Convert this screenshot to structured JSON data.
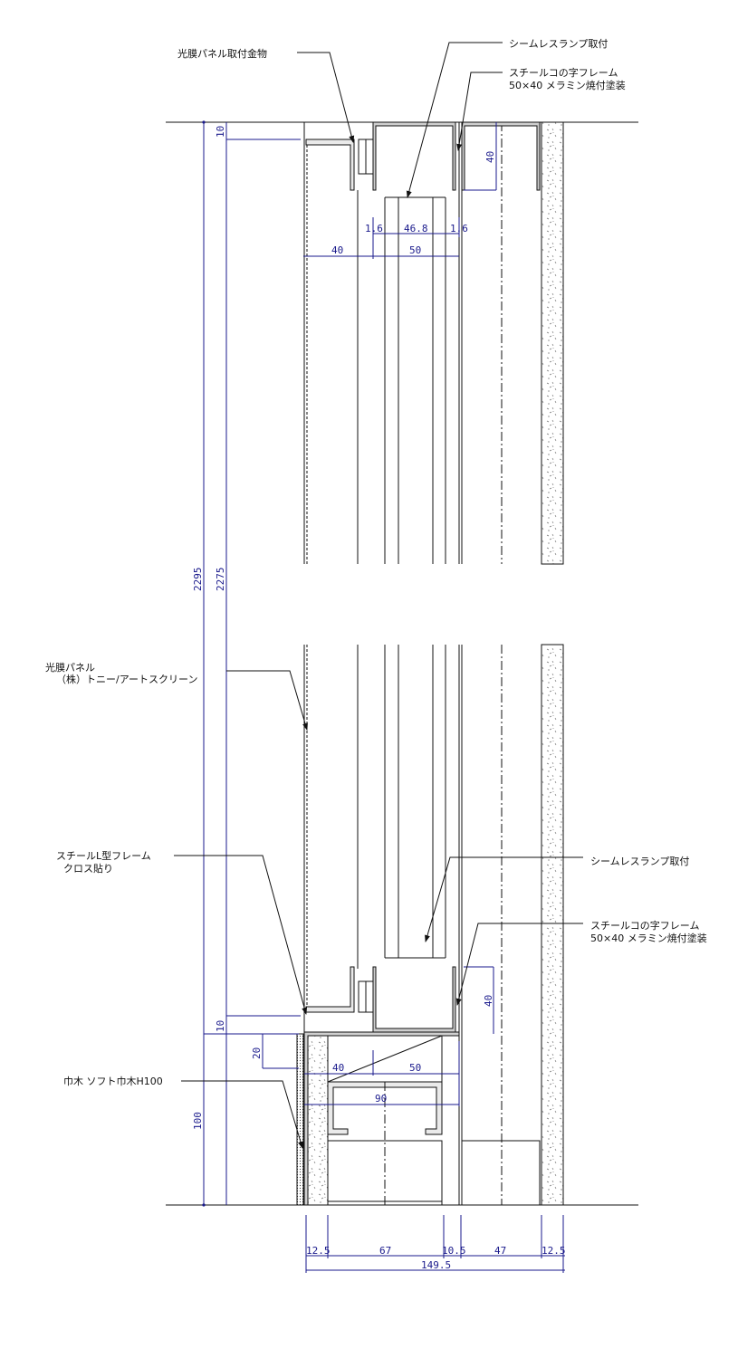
{
  "drawing": {
    "title": "光膜パネル 断面詳細図",
    "labels": {
      "panel_bracket": "光膜パネル取付金物",
      "lamp_top": "シームレスランプ取付",
      "c_frame_top_line1": "スチールコの字フレーム",
      "c_frame_top_line2": "50×40 メラミン焼付塗装",
      "panel_line1": "光膜パネル",
      "panel_line2": "（株）トニー/アートスクリーン",
      "l_frame_line1": "スチールL型フレーム",
      "l_frame_line2": "クロス貼り",
      "lamp_bottom": "シームレスランプ取付",
      "c_frame_bottom_line1": "スチールコの字フレーム",
      "c_frame_bottom_line2": "50×40 メラミン焼付塗装",
      "baseboard": "巾木  ソフト巾木H100"
    },
    "dimensions": {
      "top_gap": "10",
      "c_frame_height_top": "40",
      "wall_thickness_1": "1.6",
      "lamp_width": "46.8",
      "wall_thickness_2": "1.6",
      "panel_depth": "40",
      "frame_width": "50",
      "total_height": "2295",
      "panel_height": "2275",
      "bottom_gap": "10",
      "c_frame_height_bottom": "40",
      "base_offset": "20",
      "base_left": "40",
      "base_right": "50",
      "base_total": "90",
      "base_height": "100",
      "bottom_seg_1": "12.5",
      "bottom_seg_2": "67",
      "bottom_seg_3": "10.5",
      "bottom_seg_4": "47",
      "bottom_seg_5": "12.5",
      "bottom_total": "149.5"
    }
  }
}
